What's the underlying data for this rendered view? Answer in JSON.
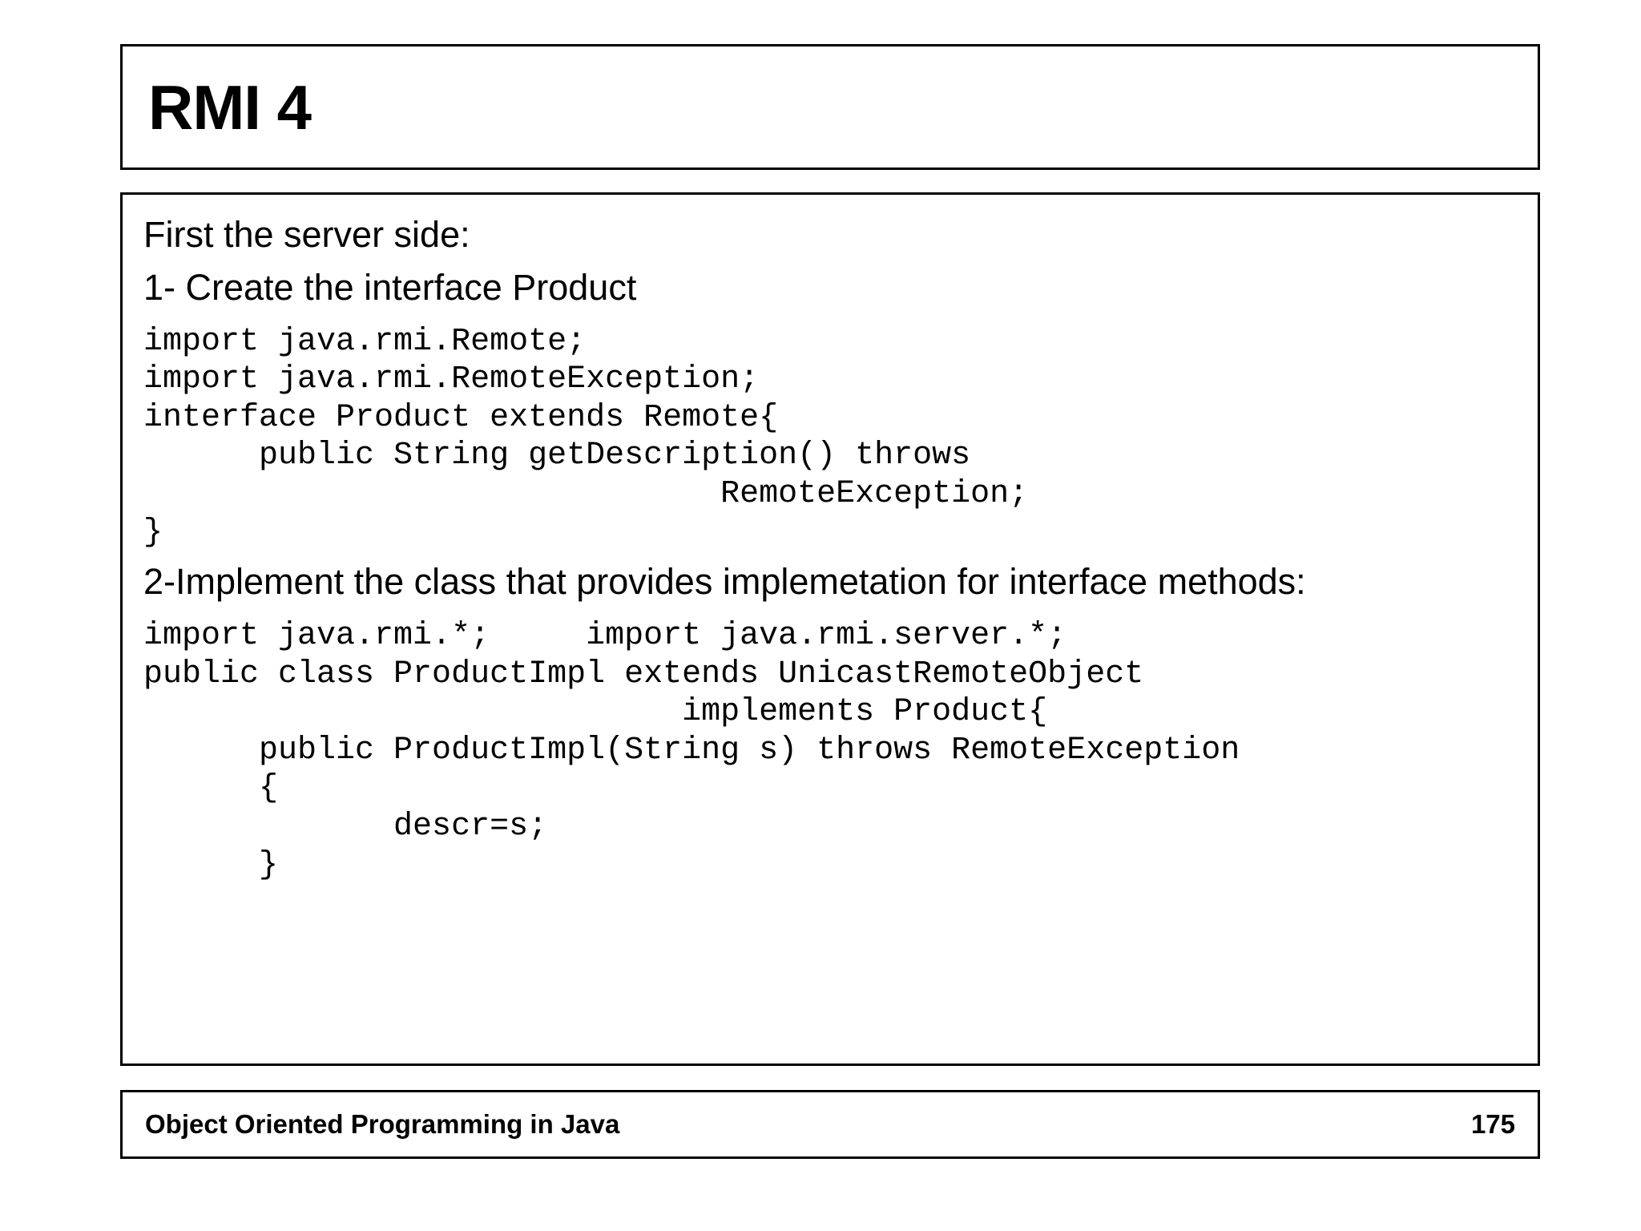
{
  "slide": {
    "title": "RMI 4",
    "body": {
      "intro": "First the server side:",
      "step1_heading": "1- Create the interface Product",
      "code_block_1": [
        "import java.rmi.Remote;",
        "import java.rmi.RemoteException;",
        "interface Product extends Remote{",
        "      public String getDescription() throws",
        "                              RemoteException;",
        "}"
      ],
      "step2_heading": "2-Implement the class that provides implemetation for interface methods:",
      "code_block_2": [
        "import java.rmi.*;     import java.rmi.server.*;",
        "public class ProductImpl extends UnicastRemoteObject",
        "                            implements Product{",
        "      public ProductImpl(String s) throws RemoteException",
        "      {",
        "             descr=s;",
        "      }"
      ]
    },
    "footer": {
      "course": "Object Oriented Programming in Java",
      "page_number": "175"
    }
  }
}
